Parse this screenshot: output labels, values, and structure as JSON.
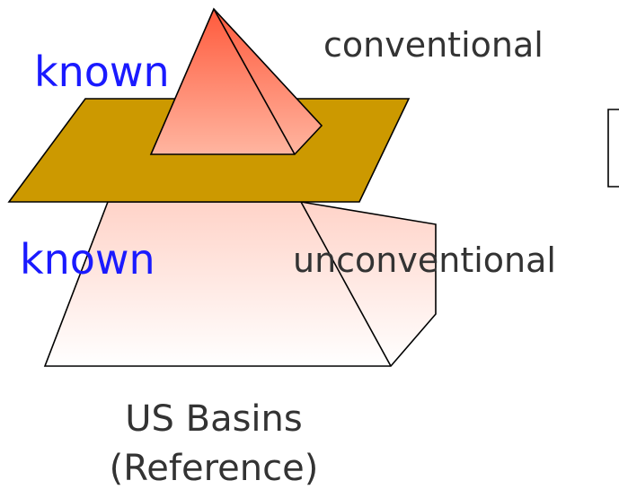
{
  "diagram": {
    "labels": {
      "known_top": "known",
      "conventional": "conventional",
      "known_bottom": "known",
      "unconventional": "unconventional",
      "caption_line1": "US Basins",
      "caption_line2": "(Reference)"
    },
    "colors": {
      "known_text": "#1a1aff",
      "conventional_text": "#333333",
      "unconventional_text": "#333333",
      "plane_fill": "#cc9900",
      "top_pyramid_tip": "#ff5a3c",
      "top_pyramid_base": "#ffb5a0",
      "lower_pyramid_top": "#ffd3c8",
      "lower_pyramid_bottom": "#ffffff",
      "outline": "#000000"
    }
  }
}
